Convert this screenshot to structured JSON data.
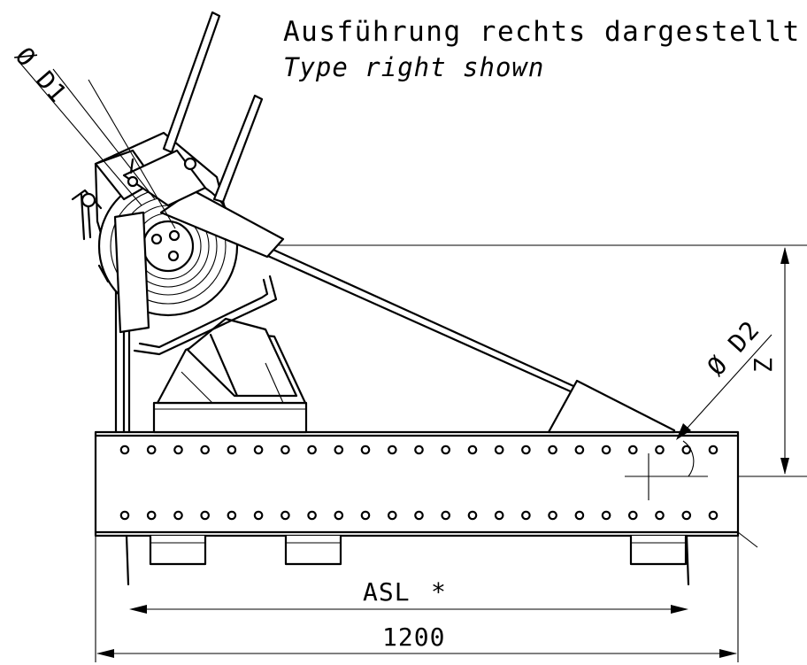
{
  "title_de": "Ausführung rechts dargestellt",
  "title_en": "Type right shown",
  "dimensions": {
    "d1": "Ø D1",
    "d2": "Ø D2",
    "z": "Z",
    "asl": "ASL",
    "asl_mark": "*",
    "length": "1200"
  },
  "beam": {
    "holes_per_row": 23
  }
}
